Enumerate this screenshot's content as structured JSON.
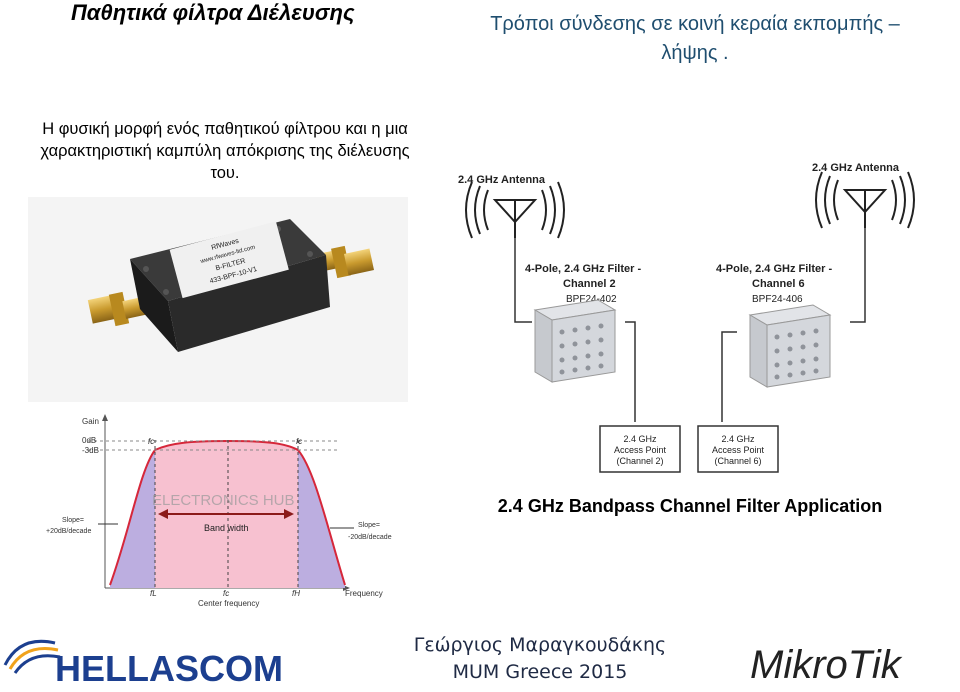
{
  "slide": {
    "title": "Παθητικά φίλτρα Διέλευσης",
    "subtitle": "Τρόποι σύνδεσης σε κοινή κεραία εκπομπής – λήψης .",
    "description": "Η φυσική μορφή ενός παθητικού φίλτρου και η μια χαρακτηριστική καμπύλη απόκρισης της διέλευσης του."
  },
  "filter_photo": {
    "label_lines": [
      "RfWaves",
      "www.rfwaves-ltd.com",
      "B-FILTER",
      "433-BPF-10-V1"
    ]
  },
  "response_curve": {
    "gain_label": "Gain",
    "odb_label": "0dB",
    "m3db_label": "-3dB",
    "fc_left": "fc",
    "fc_right": "fc",
    "watermark": "ELECTRONICS HUB",
    "bandwidth_label": "Band width",
    "slope_left": [
      "Slope=",
      "+20dB/decade"
    ],
    "slope_right": [
      "Slope=",
      "-20dB/decade"
    ],
    "fl": "fL",
    "fc": "fc",
    "fh": "fH",
    "center_frequency": "Center frequency",
    "frequency": "Frequency"
  },
  "diagram": {
    "antenna_left": "2.4 GHz Antenna",
    "antenna_right": "2.4 GHz Antenna",
    "filter_left_lines": [
      "4-Pole, 2.4 GHz Filter -",
      "Channel 2"
    ],
    "filter_left_model": "BPF24-402",
    "filter_right_lines": [
      "4-Pole, 2.4 GHz Filter -",
      "Channel 6"
    ],
    "filter_right_model": "BPF24-406",
    "ap_left_lines": [
      "2.4 GHz",
      "Access Point",
      "(Channel 2)"
    ],
    "ap_right_lines": [
      "2.4 GHz",
      "Access Point",
      "(Channel 6)"
    ],
    "caption": "2.4 GHz Bandpass Channel Filter Application"
  },
  "footer": {
    "author_name": "Γεώργιος Μαραγκουδάκης",
    "event": "MUM Greece 2015",
    "left_logo": "HELLASCOM",
    "right_logo": "MikroTik"
  },
  "colors": {
    "subtitle": "#1f4e6f",
    "passband_pink": "#f7c1d0",
    "stopband_purple": "#bcaee0",
    "curve_red": "#d6273a",
    "hellascom_blue": "#1c3f8f",
    "mikrotik_dark": "#222222"
  }
}
